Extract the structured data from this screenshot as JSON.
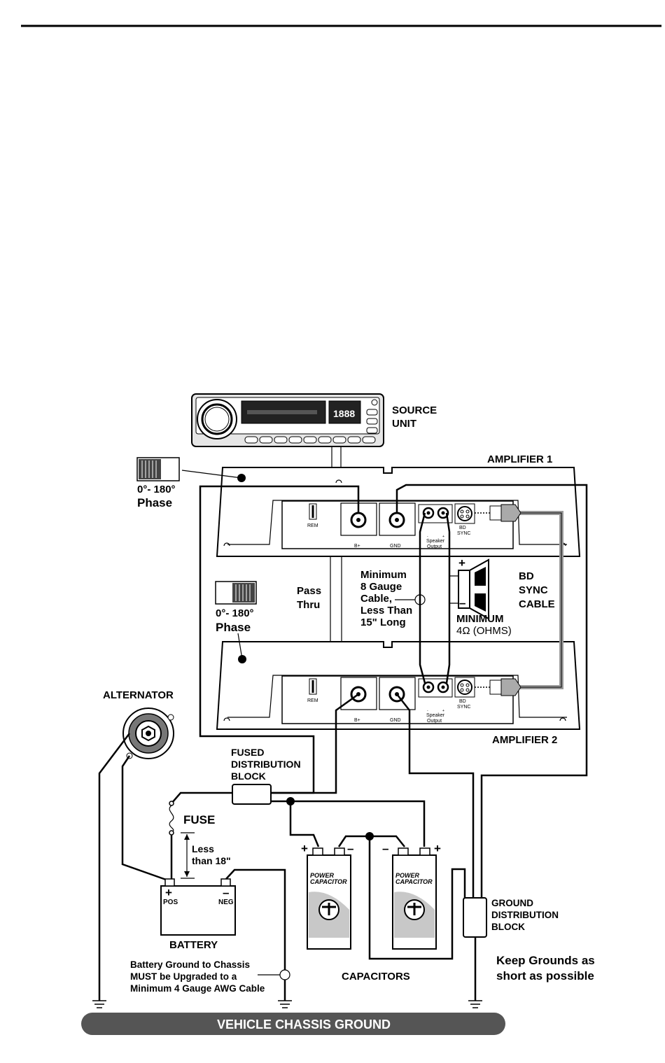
{
  "labels": {
    "source_unit": [
      "SOURCE",
      "UNIT"
    ],
    "amplifier_1": "AMPLIFIER 1",
    "amplifier_2": "AMPLIFIER 2",
    "phase_1": {
      "degrees": "0°- 180°",
      "word": "Phase"
    },
    "phase_2": {
      "degrees": "0°- 180°",
      "word": "Phase"
    },
    "pass_thru": [
      "Pass",
      "Thru"
    ],
    "cable_note": [
      "Minimum",
      "8 Gauge",
      "Cable,",
      "Less Than",
      "15\" Long"
    ],
    "bd_sync_cable": [
      "BD",
      "SYNC",
      "CABLE"
    ],
    "speaker_min": [
      "MINIMUM",
      "4Ω (OHMS)"
    ],
    "speaker_plus": "+",
    "speaker_minus": "–",
    "alternator": "ALTERNATOR",
    "fused_block": [
      "FUSED",
      "DISTRIBUTION",
      "BLOCK"
    ],
    "fuse": "FUSE",
    "fuse_distance": [
      "Less",
      "than 18\""
    ],
    "battery": "BATTERY",
    "battery_pos": [
      "+",
      "POS"
    ],
    "battery_neg": [
      "–",
      "NEG"
    ],
    "battery_ground_note": [
      "Battery Ground to Chassis",
      "MUST be Upgraded to a",
      "Minimum 4 Gauge AWG Cable"
    ],
    "capacitors": "CAPACITORS",
    "cap_terminals": [
      "+",
      "–",
      "–",
      "+"
    ],
    "capacitor_brand": [
      "POWER",
      "CAPACITOR"
    ],
    "ground_block": [
      "GROUND",
      "DISTRIBUTION",
      "BLOCK"
    ],
    "keep_grounds": [
      "Keep Grounds as",
      "short as possible"
    ],
    "chassis_ground": "VEHICLE CHASSIS GROUND"
  },
  "amp_terminals": {
    "rem": "REM",
    "bplus": "B+",
    "gnd": "GND",
    "speaker": [
      "Speaker",
      "Output"
    ],
    "speaker_polarity": [
      "-",
      "+"
    ],
    "bd_sync": [
      "BD",
      "SYNC"
    ]
  },
  "colors": {
    "ink": "#000000",
    "sync_cable": "#9a9a9a",
    "chassis_bar": "#555555",
    "capacitor_band": "#c8c8c8"
  }
}
